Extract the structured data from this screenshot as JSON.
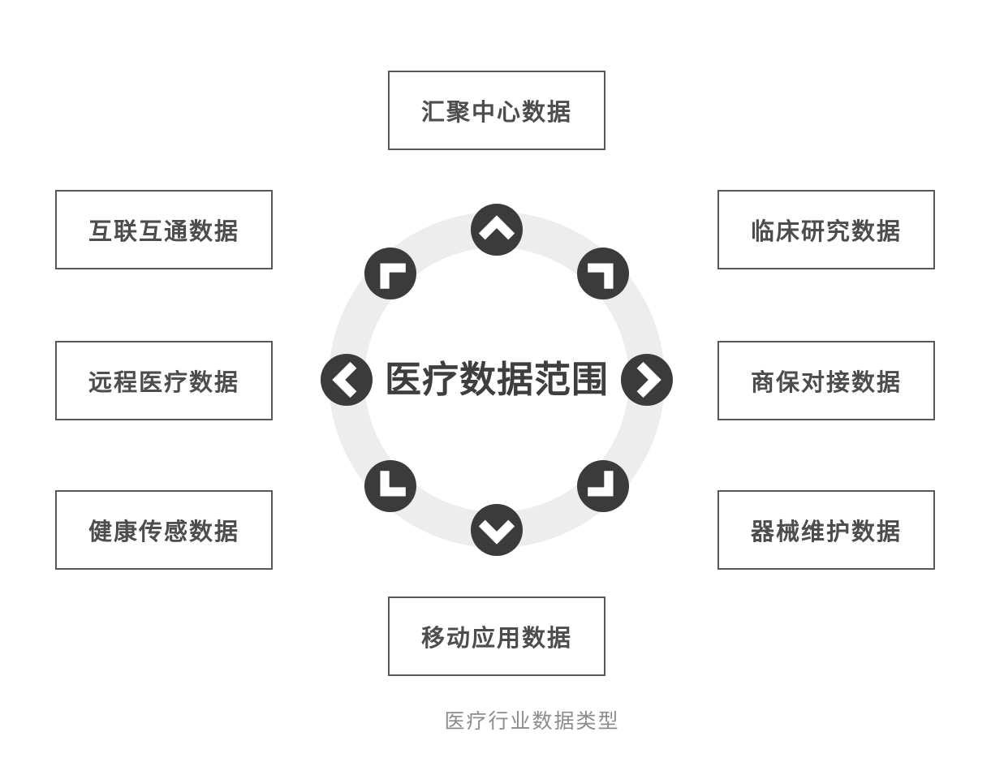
{
  "diagram": {
    "center_label": "医疗数据范围",
    "caption": "医疗行业数据类型",
    "boxes": [
      {
        "position": "top",
        "label": "汇聚中心数据"
      },
      {
        "position": "top-right",
        "label": "临床研究数据"
      },
      {
        "position": "right",
        "label": "商保对接数据"
      },
      {
        "position": "bottom-right",
        "label": "器械维护数据"
      },
      {
        "position": "bottom",
        "label": "移动应用数据"
      },
      {
        "position": "bottom-left",
        "label": "健康传感数据"
      },
      {
        "position": "left",
        "label": "远程医疗数据"
      },
      {
        "position": "top-left",
        "label": "互联互通数据"
      }
    ],
    "icons": [
      "chevron-up-icon",
      "chevron-up-right-icon",
      "chevron-right-icon",
      "chevron-down-right-icon",
      "chevron-down-icon",
      "chevron-down-left-icon",
      "chevron-left-icon",
      "chevron-up-left-icon"
    ],
    "colors": {
      "background": "#ffffff",
      "ring": "#ededed",
      "badge": "#3b3b3b",
      "badge_glyph": "#ffffff",
      "box_border": "#58585a",
      "box_text": "#4d4d4d",
      "center_text": "#3e3e3e",
      "caption_text": "#8c8c8c"
    }
  }
}
